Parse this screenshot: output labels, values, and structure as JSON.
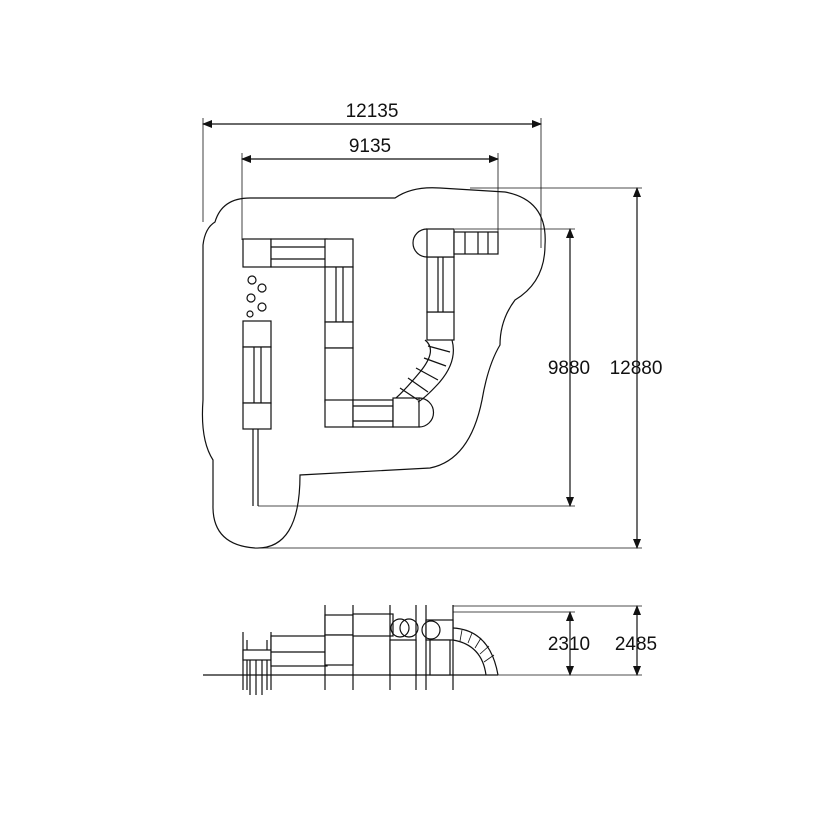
{
  "plan_view": {
    "dim_total_width": "12135",
    "dim_equipment_width": "9135",
    "dim_equipment_depth": "9880",
    "dim_total_depth": "12880"
  },
  "elevation_view": {
    "dim_platform_height": "2310",
    "dim_total_height": "2485"
  }
}
